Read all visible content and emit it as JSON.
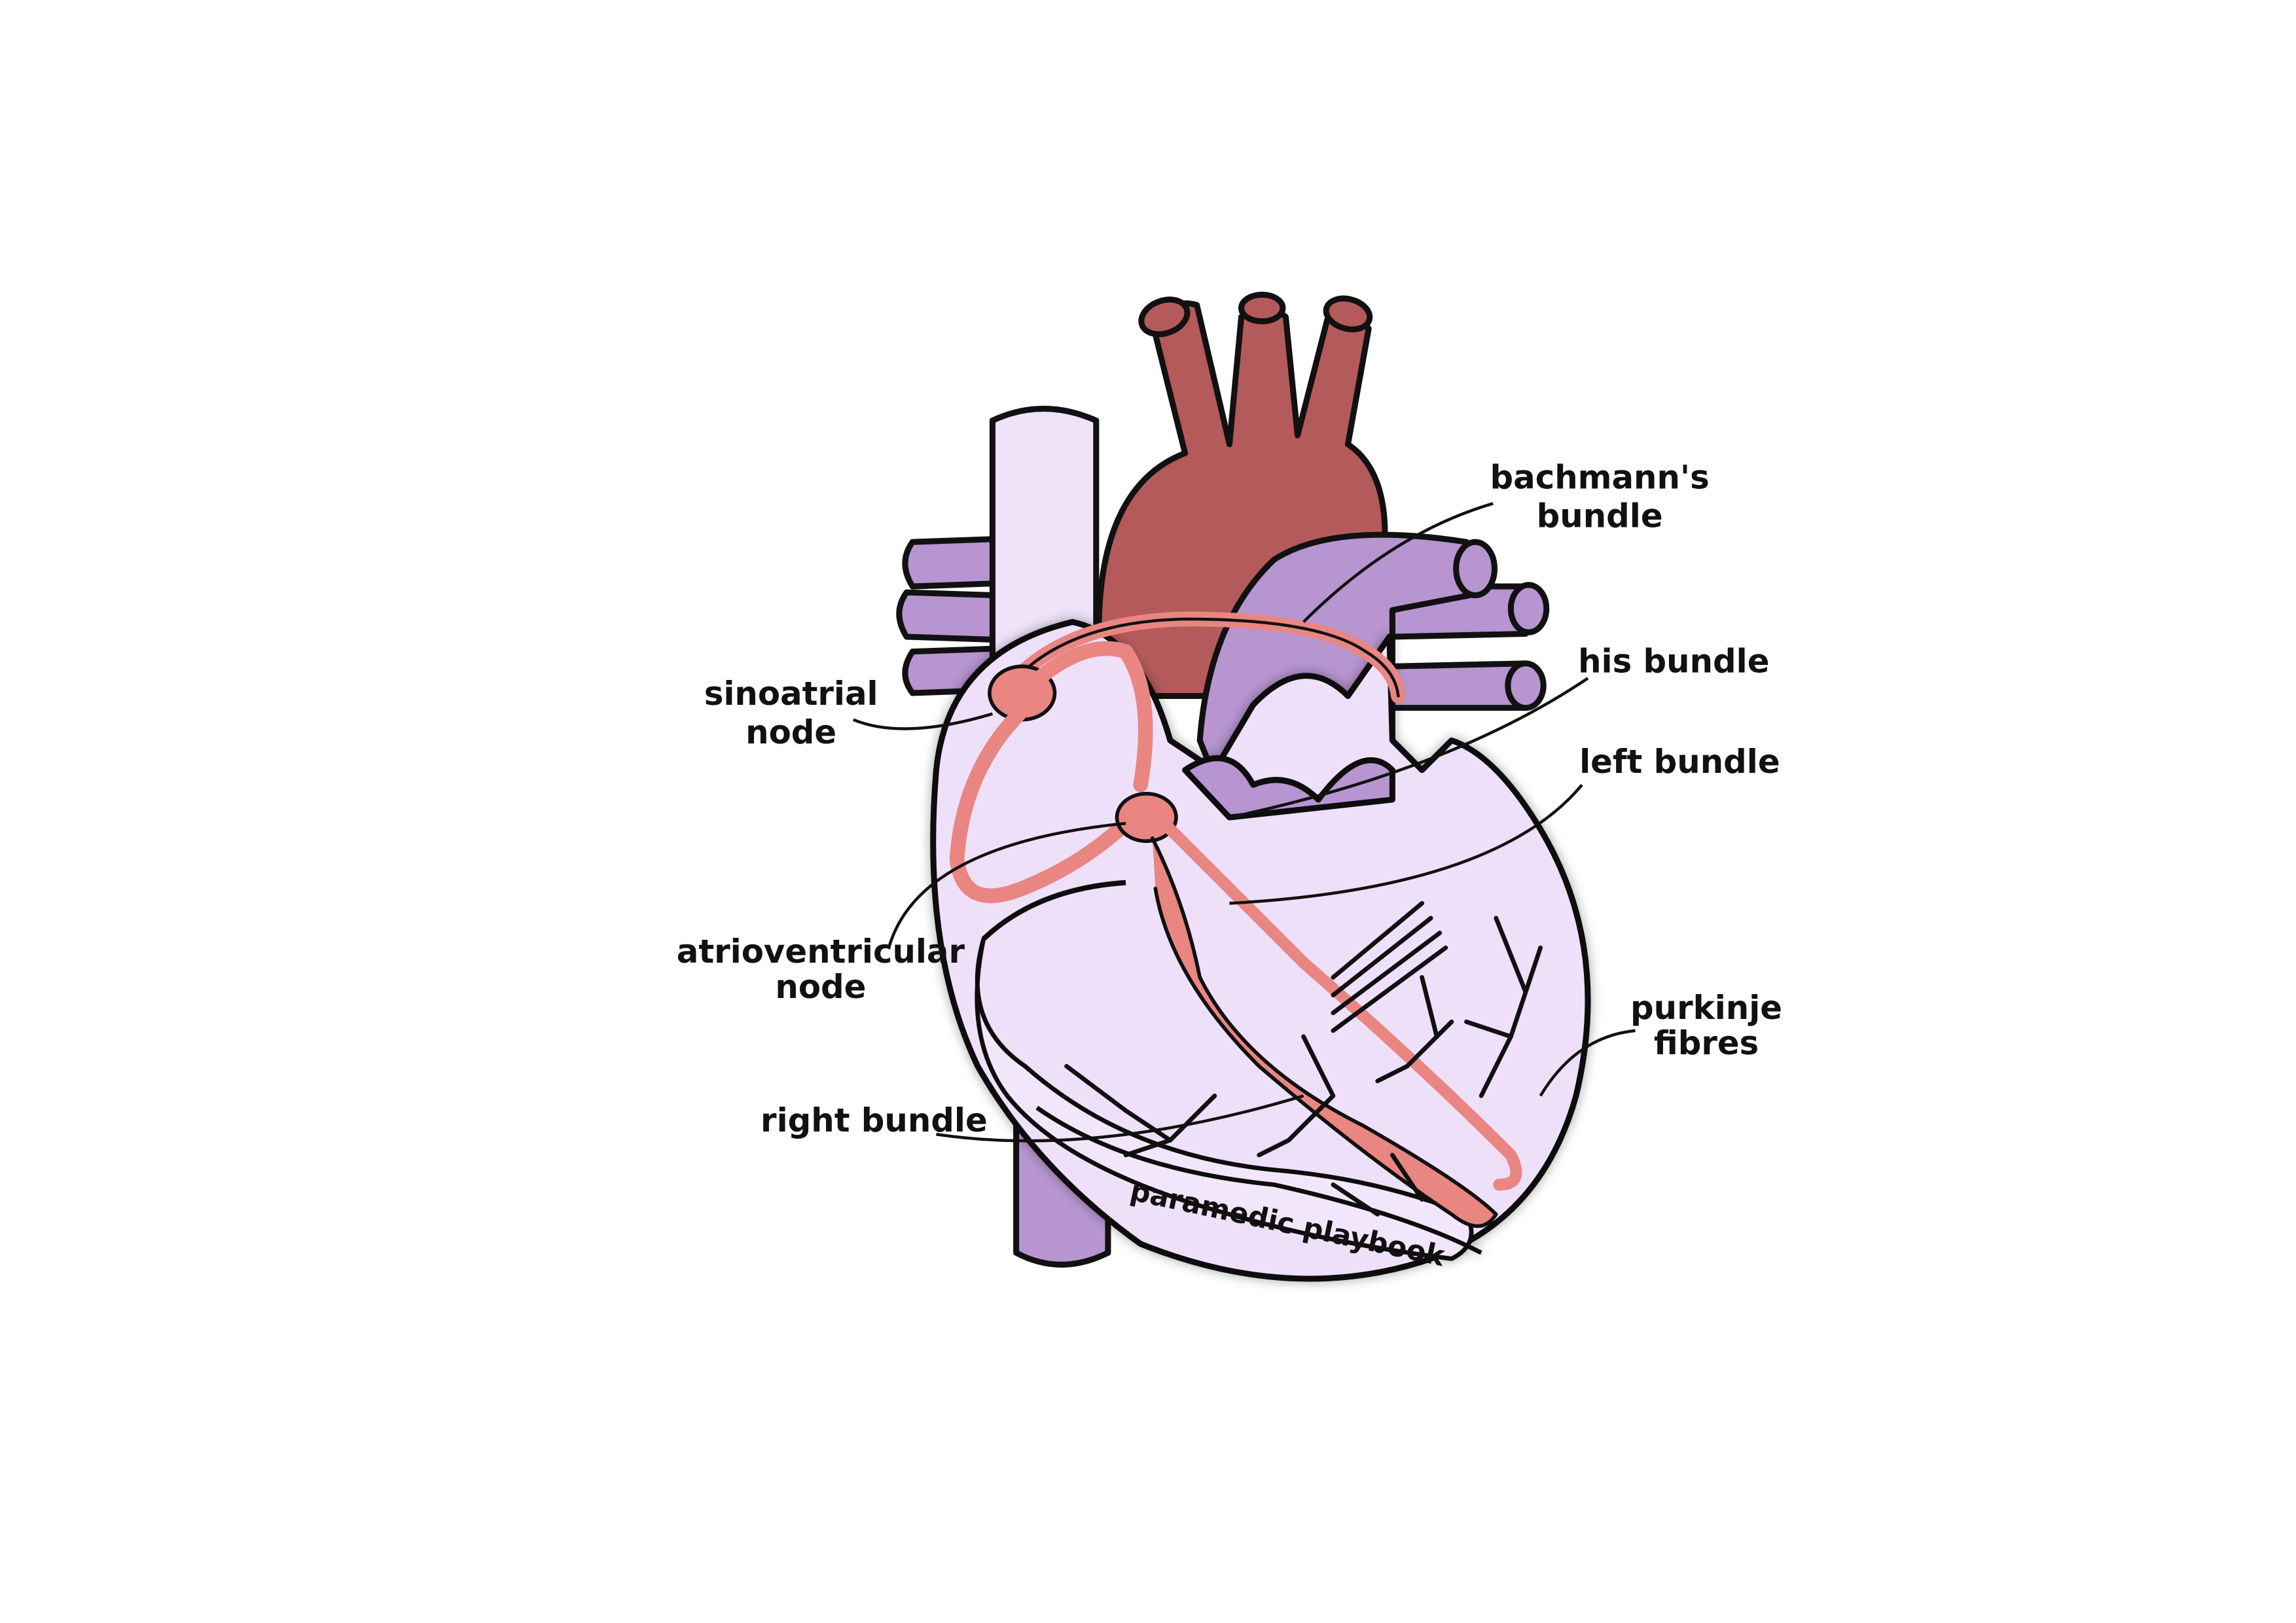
{
  "labels": {
    "bachmanns_bundle": [
      "bachmann's",
      "bundle"
    ],
    "his_bundle": "his bundle",
    "left_bundle": "left bundle",
    "sinoatrial_node": [
      "sinoatrial",
      "node"
    ],
    "atrioventricular_node": [
      "atrioventricular",
      "node"
    ],
    "right_bundle": "right bundle",
    "purkinje_fibres": [
      "purkinje",
      "fibres"
    ]
  },
  "watermark": "paramedic playbook",
  "colors": {
    "aorta": "#b55a5a",
    "vessel_purple": "#b795d0",
    "vena_cava_light": "#efe3fa",
    "heart_body": "#eee0f9",
    "conduction": "#e98682",
    "outline": "#111111"
  }
}
